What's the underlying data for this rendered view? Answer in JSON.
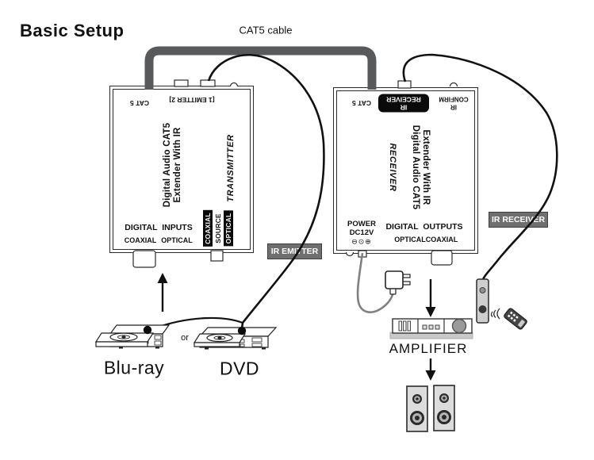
{
  "title": "Basic Setup",
  "cat5_cable_label": "CAT5 cable",
  "transmitter": {
    "cat5_port_label": "CAT 5",
    "emitter_ports_label": "[1 EMITTER 2]",
    "title_line1": "Digital Audio CAT5",
    "title_line2": "Extender With IR",
    "role": "TRANSMITTER",
    "switches": [
      "COAXIAL",
      "SOURCE",
      "OPTICAL"
    ],
    "io_heading": "DIGITAL INPUTS",
    "io_port_left": "COAXIAL",
    "io_port_right": "OPTICAL"
  },
  "receiver": {
    "cat5_port_label": "CAT 5",
    "ir_port_line1": "IR",
    "ir_port_line2": "RECEIVER",
    "ir_confirm_line1": "IR",
    "ir_confirm_line2": "CONFIRM",
    "title_line1": "Digital Audio CAT5",
    "title_line2": "Extender With IR",
    "role": "RECEIVER",
    "power_line1": "POWER",
    "power_line2": "DC12V",
    "power_polarity": "⊖⊙⊕",
    "io_heading": "DIGITAL OUTPUTS",
    "io_port_left": "OPTICAL",
    "io_port_right": "COAXIAL"
  },
  "callouts": {
    "ir_emitter": "IR EMITTER",
    "ir_receiver": "IR RECEIVER"
  },
  "sources": {
    "blu_ray_label": "Blu-ray",
    "conjunction": "or",
    "dvd_label": "DVD"
  },
  "sinks": {
    "amplifier_label": "AMPLIFIER"
  },
  "colors": {
    "cable_gray": "#58595b",
    "callout_gray": "#6f6f6f",
    "line_black": "#111111",
    "panel_gray": "#c9c9c9"
  }
}
